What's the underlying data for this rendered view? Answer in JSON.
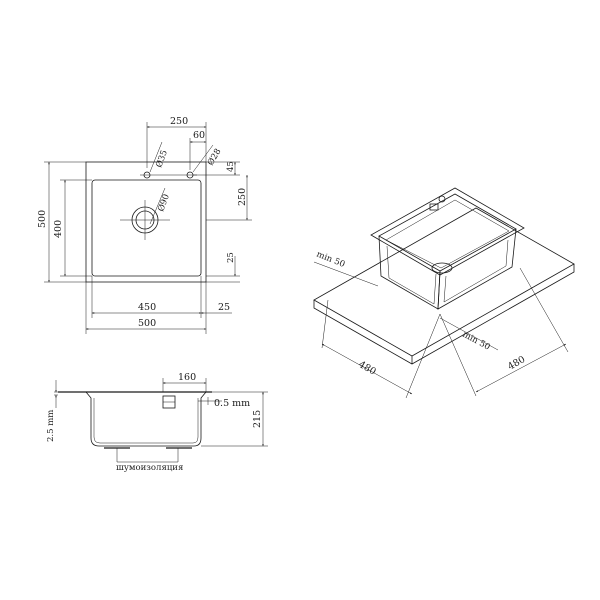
{
  "top_view": {
    "dims": {
      "d250_top": "250",
      "d60": "60",
      "d35": "Ø35",
      "d28": "Ø28",
      "d45": "45",
      "d250_right": "250",
      "d500_left": "500",
      "d400_left": "400",
      "d90": "Ø90",
      "d25_right": "25",
      "d450": "450",
      "d25_bottom": "25",
      "d500_bottom": "500"
    }
  },
  "side_view": {
    "dims": {
      "d160": "160",
      "d05": "0.5 mm",
      "d25mm": "2.5 mm",
      "d215": "215"
    },
    "insulation_label": "шумоизоляция"
  },
  "iso_view": {
    "dims": {
      "min50_left": "min 50",
      "min50_right": "min 50",
      "d480_left": "480",
      "d480_right": "480"
    }
  }
}
